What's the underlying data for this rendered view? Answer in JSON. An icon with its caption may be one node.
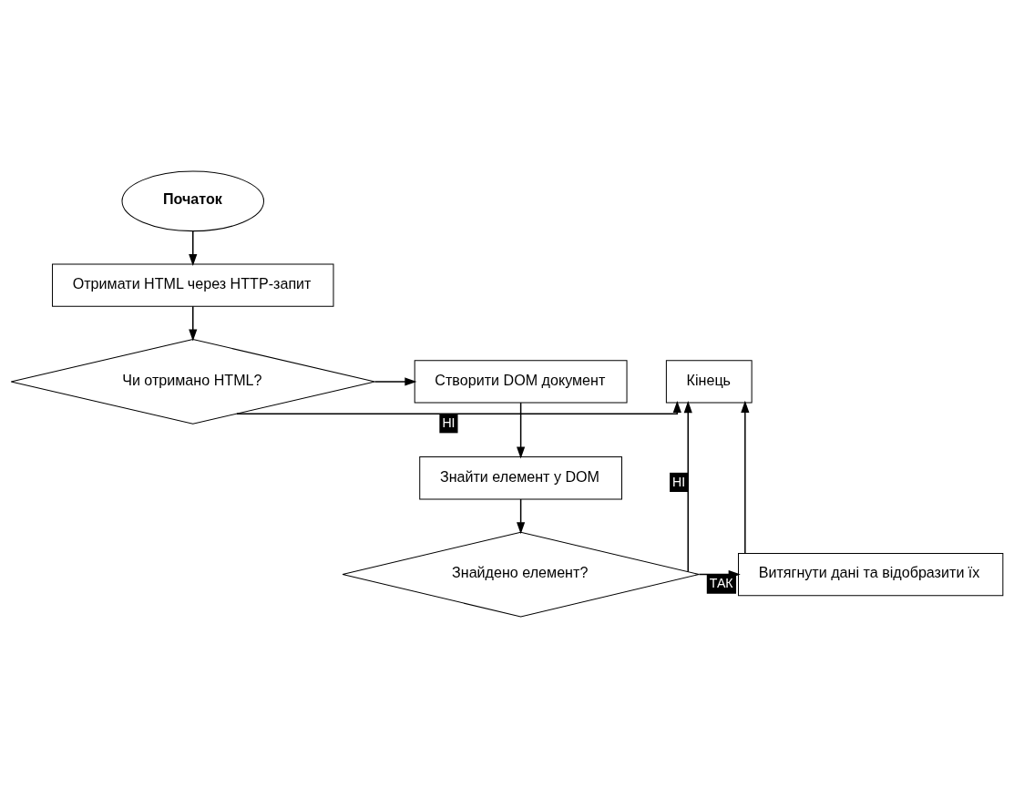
{
  "diagram": {
    "nodes": [
      {
        "text": [
          "Початок"
        ]
      },
      {
        "text": [
          "Отримати HTML через HTTP-запит"
        ]
      },
      {
        "text": [
          "Чи отримано HTML?"
        ]
      },
      {
        "text": [
          "Створити DOM документ"
        ]
      },
      {
        "text": [
          "Кінець"
        ]
      },
      {
        "text": [
          "Знайти елемент у DOM"
        ]
      },
      {
        "text": [
          "Знайдено елемент?"
        ]
      },
      {
        "text": [
          "Витягнути дані та відобразити їх"
        ]
      }
    ],
    "edges": [
      {
        "from": 0,
        "to": 1,
        "arrow": "to"
      },
      {
        "from": 1,
        "to": 2,
        "arrow": "to"
      },
      {
        "from": 2,
        "to": 3,
        "arrow": "to"
      },
      {
        "from": 2,
        "to": 4,
        "arrow": "to",
        "label": "НІ"
      },
      {
        "from": 3,
        "to": 5,
        "arrow": "to"
      },
      {
        "from": 5,
        "to": 6,
        "arrow": "to"
      },
      {
        "from": 6,
        "to": 4,
        "arrow": "to",
        "label": "НІ"
      },
      {
        "from": 6,
        "to": 7,
        "arrow": "to",
        "label": "ТАК"
      },
      {
        "from": 7,
        "to": 4,
        "arrow": "to"
      }
    ]
  }
}
